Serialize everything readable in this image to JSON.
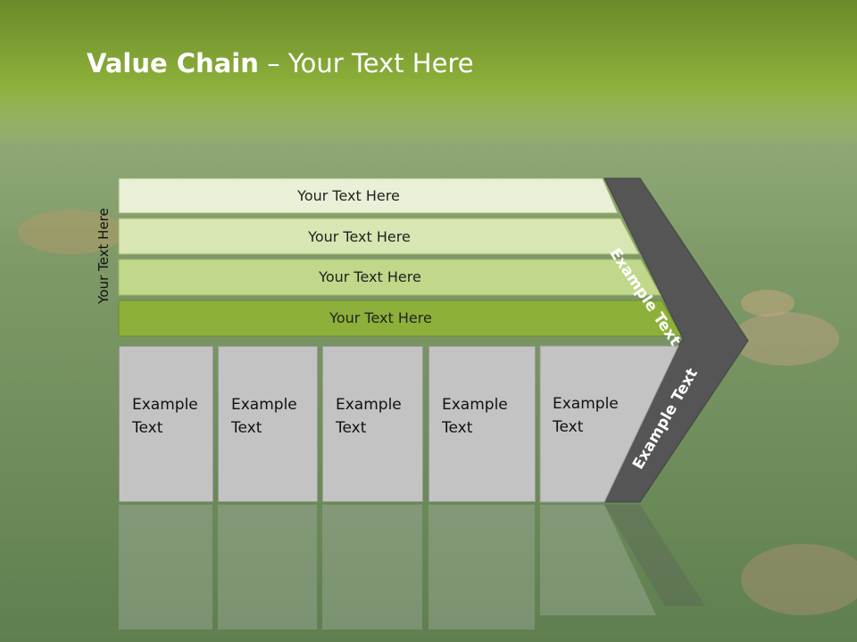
{
  "title": {
    "bold": "Value Chain",
    "rest": " – Your Text Here"
  },
  "side_label": "Your Text Here",
  "bars": [
    {
      "label": "Your Text Here",
      "color": "#e9f0d7"
    },
    {
      "label": "Your Text Here",
      "color": "#d8e6b3"
    },
    {
      "label": "Your Text Here",
      "color": "#c1d78a"
    },
    {
      "label": "Your Text Here",
      "color": "#8db03a"
    }
  ],
  "boxes": [
    {
      "line1": "Example",
      "line2": "Text"
    },
    {
      "line1": "Example",
      "line2": "Text"
    },
    {
      "line1": "Example",
      "line2": "Text"
    },
    {
      "line1": "Example",
      "line2": "Text"
    },
    {
      "line1": "Example",
      "line2": "Text"
    }
  ],
  "arrow_top_label": "Example Text",
  "arrow_bottom_label": "Example Text",
  "colors": {
    "header": "#8aad3a",
    "arrow": "#555555",
    "box": "#c3c3c3"
  }
}
